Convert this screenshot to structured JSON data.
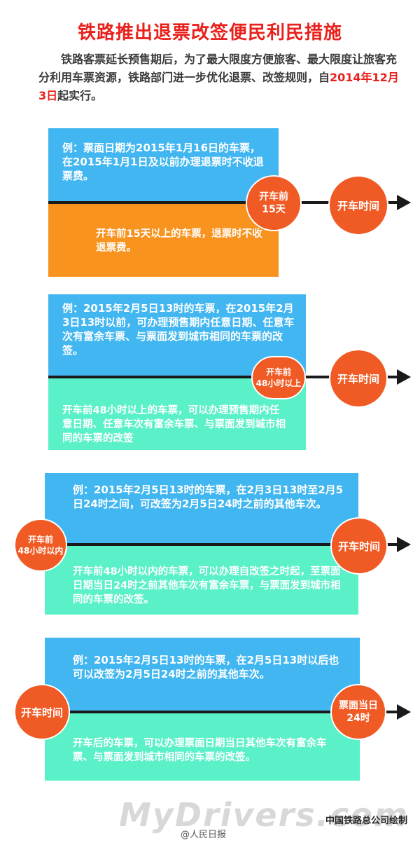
{
  "title": "铁路推出退票改签便民利民措施",
  "intro": {
    "text": "铁路客票延长预售期后，为了最大限度方便旅客、最大限度让旅客充分利用车票资源，铁路部门进一步优化退票、改签规则，自",
    "date": "2014年12月3日",
    "suffix": "起实行。"
  },
  "sections": [
    {
      "example": "例：票面日期为2015年1月16日的车票，在2015年1月1日及以前办理退票时不收退票费。",
      "rule": "开车前15天以上的车票，退票时不收退票费。",
      "start_circle": "开车前\n15天",
      "end_circle": "开车时间"
    },
    {
      "example": "例：2015年2月5日13时的车票，在2015年2月3日13时以前，可办理预售期内任意日期、任意车次有富余车票、与票面发到城市相同的车票的改签。",
      "rule": "开车前48小时以上的车票，可以办理预售期内任意日期、任意车次有富余车票、与票面发到城市相同的车票的改签",
      "start_circle": "开车前\n48小时以上",
      "end_circle": "开车时间"
    },
    {
      "example": "例：2015年2月5日13时的车票，在2月3日13时至2月5日24时之间，可改签为2月5日24时之前的其他车次。",
      "rule": "开车前48小时以内的车票，可以办理自改签之时起，至票面日期当日24时之前其他车次有富余车票，与票面发到城市相同的车票的改签。",
      "start_circle": "开车前\n48小时以内",
      "end_circle": "开车时间"
    },
    {
      "example": "例：2015年2月5日13时的车票，在2月5日13时以后也可以改签为2月5日24时之前的其他车次。",
      "rule": "开车后的车票，可以办理票面日期当日其他车次有富余车票、与票面发到城市相同的车票的改签。",
      "start_circle": "开车时间",
      "end_circle": "票面当日\n24时"
    }
  ],
  "watermark": "MyDrivers.com",
  "credit": "中国铁路总公司绘制",
  "source": "@人民日报",
  "colors": {
    "title": "#e8211c",
    "panel_blue": "#41b6f0",
    "panel_orange": "#f7931e",
    "panel_mint": "#5af0c8",
    "circle": "#f05a24"
  }
}
